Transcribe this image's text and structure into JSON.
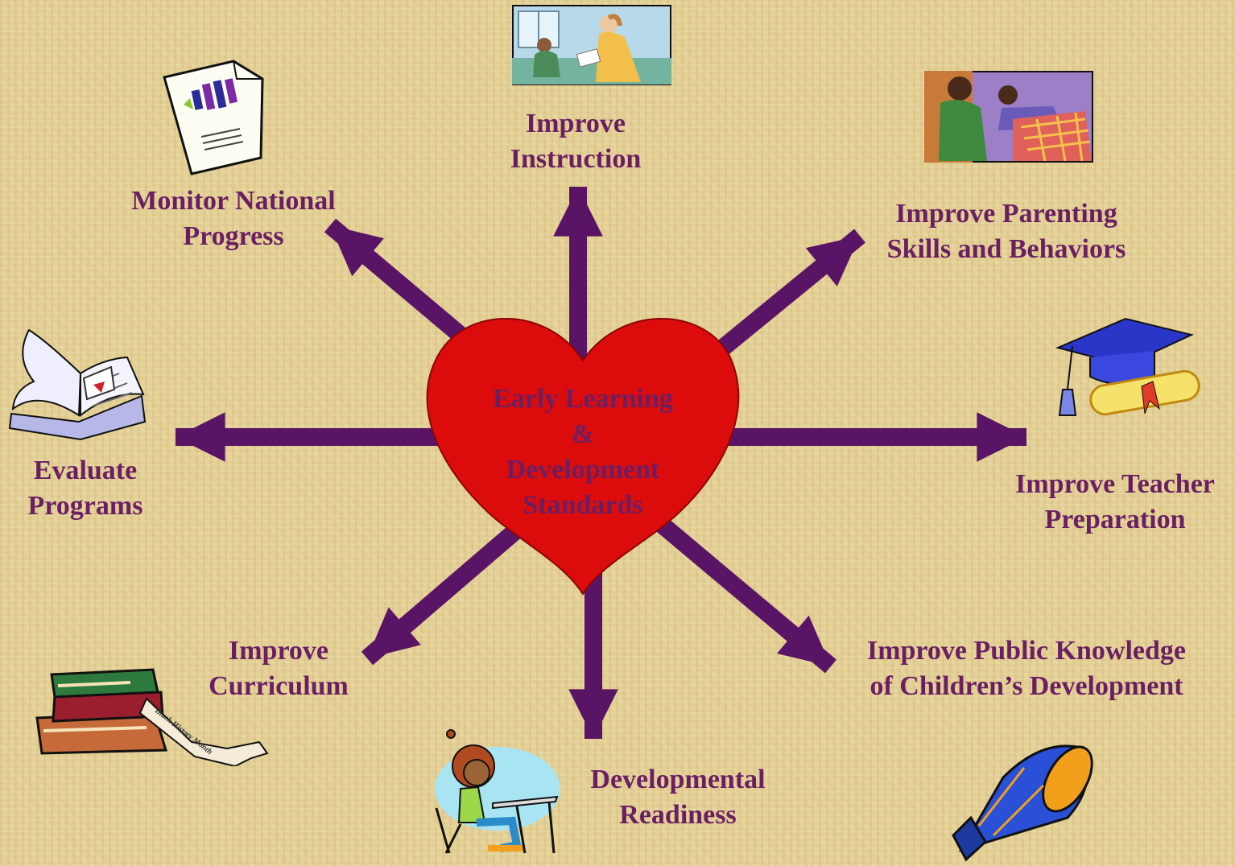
{
  "center": {
    "lines": [
      "Early Learning",
      "&",
      "Development",
      "Standards"
    ]
  },
  "branches": {
    "instruction": {
      "lines": [
        "Improve",
        "Instruction"
      ],
      "icon": "teacher-helping-child-icon"
    },
    "parenting": {
      "lines": [
        "Improve Parenting",
        "Skills and Behaviors"
      ],
      "icon": "parent-reading-to-child-icon"
    },
    "teacher_prep": {
      "lines": [
        "Improve Teacher",
        "Preparation"
      ],
      "icon": "graduation-cap-diploma-icon"
    },
    "public_knowledge": {
      "lines": [
        "Improve Public Knowledge",
        "of Children’s Development"
      ],
      "icon": "megaphone-icon"
    },
    "readiness": {
      "lines": [
        "Developmental",
        "Readiness"
      ],
      "icon": "child-at-desk-icon"
    },
    "curriculum": {
      "lines": [
        "Improve",
        "Curriculum"
      ],
      "icon": "stack-of-books-icon",
      "banner_text": "Black History Month"
    },
    "evaluate": {
      "lines": [
        "Evaluate",
        "Programs"
      ],
      "icon": "open-book-icon"
    },
    "national": {
      "lines": [
        "Monitor National",
        "Progress"
      ],
      "icon": "bar-chart-report-icon"
    }
  },
  "colors": {
    "text": "#6b1f63",
    "arrow": "#5a1466",
    "heart": "#dd0c0c",
    "background": "#e3cf94"
  }
}
